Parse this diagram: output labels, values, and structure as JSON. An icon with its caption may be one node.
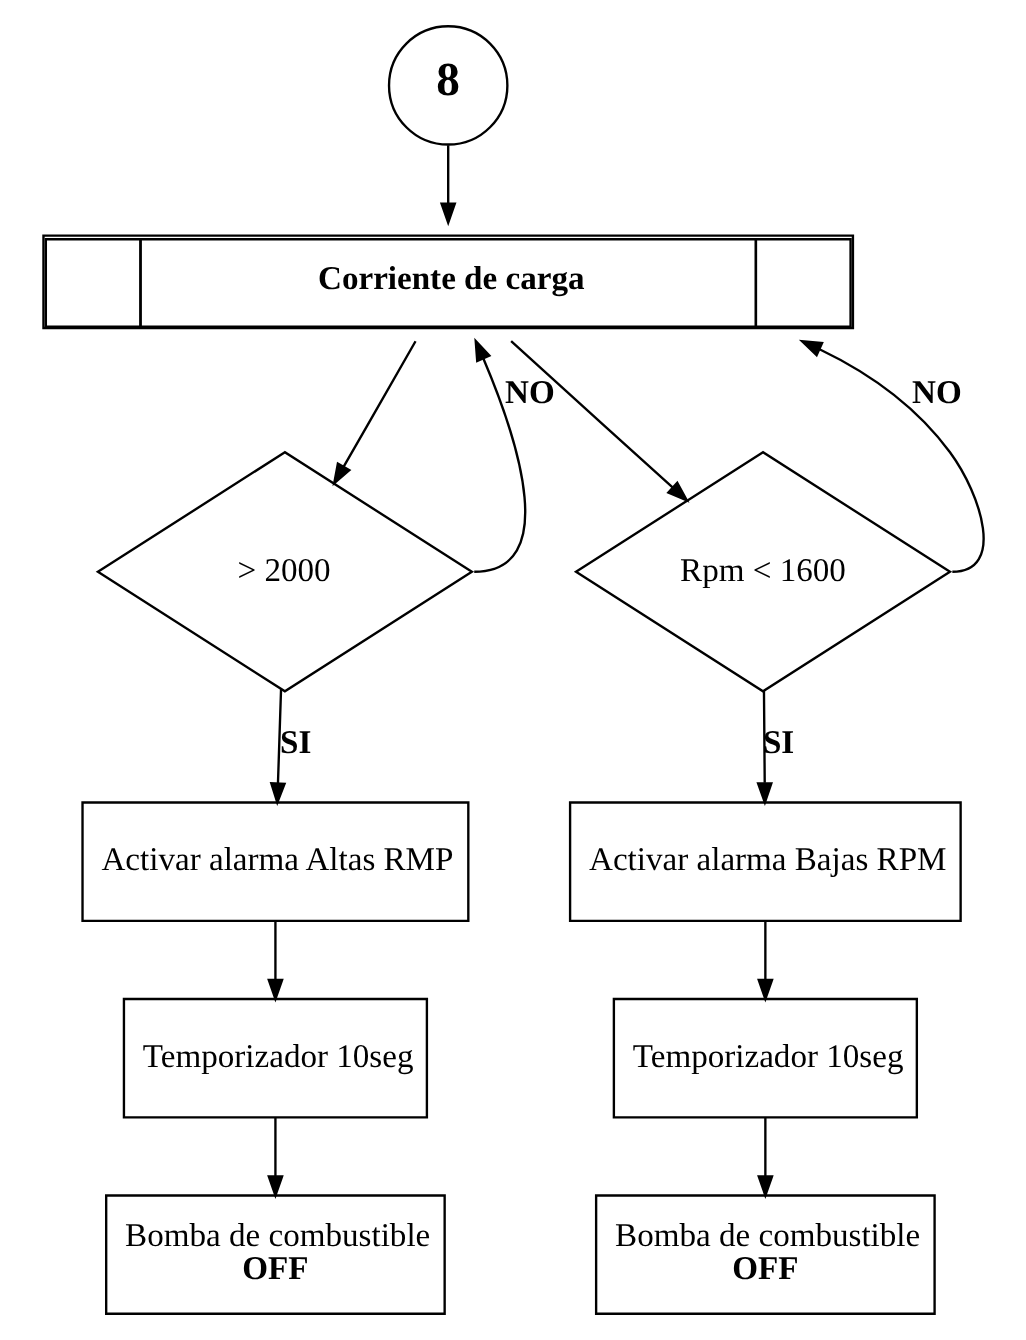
{
  "diagram": {
    "nodes": [
      {
        "text": [
          "8"
        ]
      },
      {
        "text": [
          "Corriente de carga"
        ]
      },
      {
        "text": [
          "> 2000"
        ]
      },
      {
        "text": [
          "Rpm < 1600"
        ]
      },
      {
        "text": [
          "Activar alarma Altas RMP"
        ]
      },
      {
        "text": [
          "Activar alarma Bajas RPM"
        ]
      },
      {
        "text": [
          "Temporizador 10seg"
        ]
      },
      {
        "text": [
          "Temporizador 10seg"
        ]
      },
      {
        "text": [
          "Bomba de combustible **OFF**"
        ]
      },
      {
        "text": [
          "Bomba de combustible **OFF**"
        ]
      }
    ],
    "edges": [
      {
        "from": 0,
        "to": 1,
        "arrow": "to"
      },
      {
        "from": 1,
        "to": 2,
        "arrow": "to"
      },
      {
        "from": 2,
        "to": 1,
        "arrow": "to",
        "label": "NO"
      },
      {
        "from": 1,
        "to": 3,
        "arrow": "to"
      },
      {
        "from": 3,
        "to": 1,
        "arrow": "to",
        "label": "NO"
      },
      {
        "from": 2,
        "to": 4,
        "arrow": "to",
        "label": "SI"
      },
      {
        "from": 3,
        "to": 5,
        "arrow": "to",
        "label": "SI"
      },
      {
        "from": 4,
        "to": 6,
        "arrow": "to"
      },
      {
        "from": 6,
        "to": 8,
        "arrow": "to"
      },
      {
        "from": 5,
        "to": 7,
        "arrow": "to"
      },
      {
        "from": 7,
        "to": 9,
        "arrow": "to"
      }
    ]
  }
}
